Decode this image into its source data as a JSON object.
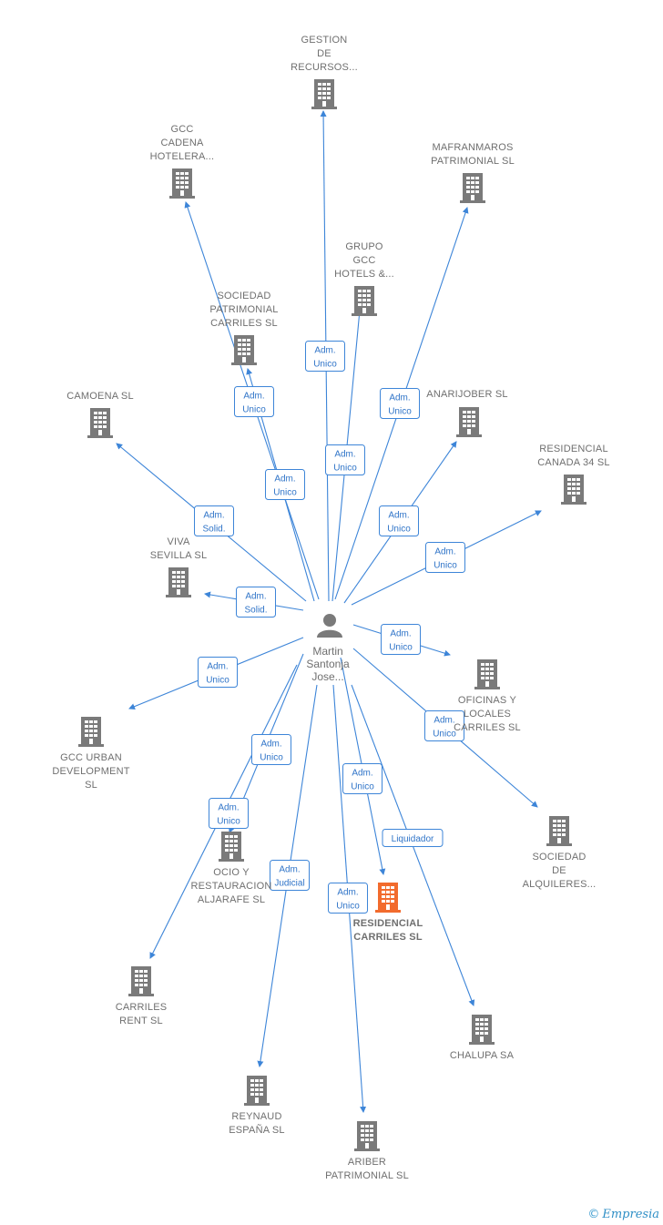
{
  "person": {
    "name_lines": [
      "Martin",
      "Santonja",
      "Jose..."
    ],
    "icon": "person-icon"
  },
  "colors": {
    "edge": "#3d85d8",
    "building": "#7a7a7a",
    "focus_building": "#f26b2d",
    "label": "#6f6f6f"
  },
  "nodes": [
    {
      "id": "gestion",
      "lines": [
        "GESTION",
        "DE",
        "RECURSOS..."
      ],
      "icon": "building-icon"
    },
    {
      "id": "gcc-cadena",
      "lines": [
        "GCC",
        "CADENA",
        "HOTELERA..."
      ],
      "icon": "building-icon"
    },
    {
      "id": "mafranmaros",
      "lines": [
        "MAFRANMAROS",
        "PATRIMONIAL SL"
      ],
      "icon": "building-icon"
    },
    {
      "id": "grupo-gcc",
      "lines": [
        "GRUPO",
        "GCC",
        "HOTELS &..."
      ],
      "icon": "building-icon"
    },
    {
      "id": "sociedad-patrimonial",
      "lines": [
        "SOCIEDAD",
        "PATRIMONIAL",
        "CARRILES SL"
      ],
      "icon": "building-icon"
    },
    {
      "id": "camoena",
      "lines": [
        "CAMOENA SL"
      ],
      "icon": "building-icon"
    },
    {
      "id": "anarijober",
      "lines": [
        "ANARIJOBER SL"
      ],
      "icon": "building-icon"
    },
    {
      "id": "residencial-canada",
      "lines": [
        "RESIDENCIAL",
        "CANADA 34  SL"
      ],
      "icon": "building-icon"
    },
    {
      "id": "viva-sevilla",
      "lines": [
        "VIVA",
        "SEVILLA SL"
      ],
      "icon": "building-icon"
    },
    {
      "id": "oficinas",
      "lines": [
        "OFICINAS Y",
        "LOCALES",
        "CARRILES  SL"
      ],
      "icon": "building-icon"
    },
    {
      "id": "gcc-urban",
      "lines": [
        "GCC URBAN",
        "DEVELOPMENT",
        "SL"
      ],
      "icon": "building-icon"
    },
    {
      "id": "sociedad-alquileres",
      "lines": [
        "SOCIEDAD",
        "DE",
        "ALQUILERES..."
      ],
      "icon": "building-icon"
    },
    {
      "id": "ocio",
      "lines": [
        "OCIO Y",
        "RESTAURACION",
        "ALJARAFE SL"
      ],
      "icon": "building-icon"
    },
    {
      "id": "residencial-carriles",
      "lines": [
        "RESIDENCIAL",
        "CARRILES  SL"
      ],
      "icon": "building-icon",
      "focus": true
    },
    {
      "id": "carriles-rent",
      "lines": [
        "CARRILES",
        "RENT  SL"
      ],
      "icon": "building-icon"
    },
    {
      "id": "chalupa",
      "lines": [
        "CHALUPA SA"
      ],
      "icon": "building-icon"
    },
    {
      "id": "reynaud",
      "lines": [
        "REYNAUD",
        "ESPAÑA SL"
      ],
      "icon": "building-icon"
    },
    {
      "id": "ariber",
      "lines": [
        "ARIBER",
        "PATRIMONIAL SL"
      ],
      "icon": "building-icon"
    }
  ],
  "edges": [
    {
      "to": "gestion",
      "label": [
        "Adm.",
        "Unico"
      ]
    },
    {
      "to": "gcc-cadena",
      "label": [
        "Adm.",
        "Unico"
      ]
    },
    {
      "to": "mafranmaros",
      "label": [
        "Adm.",
        "Unico"
      ]
    },
    {
      "to": "grupo-gcc",
      "label": [
        "Adm.",
        "Unico"
      ]
    },
    {
      "to": "sociedad-patrimonial",
      "label": [
        "Adm.",
        "Unico"
      ]
    },
    {
      "to": "camoena",
      "label": [
        "Adm.",
        "Solid."
      ]
    },
    {
      "to": "anarijober",
      "label": [
        "Adm.",
        "Unico"
      ]
    },
    {
      "to": "residencial-canada",
      "label": [
        "Adm.",
        "Unico"
      ]
    },
    {
      "to": "viva-sevilla",
      "label": [
        "Adm.",
        "Solid."
      ]
    },
    {
      "to": "oficinas",
      "label": [
        "Adm.",
        "Unico"
      ]
    },
    {
      "to": "gcc-urban",
      "label": [
        "Adm.",
        "Unico"
      ]
    },
    {
      "to": "sociedad-alquileres",
      "label": [
        "Adm.",
        "Unico"
      ]
    },
    {
      "to": "ocio",
      "label": [
        "Adm.",
        "Unico"
      ]
    },
    {
      "to": "residencial-carriles",
      "label": [
        "Adm.",
        "Unico"
      ]
    },
    {
      "to": "carriles-rent",
      "label": [
        "Adm.",
        "Unico"
      ]
    },
    {
      "to": "chalupa",
      "label": [
        "Liquidador"
      ]
    },
    {
      "to": "reynaud",
      "label": [
        "Adm.",
        "Judicial"
      ]
    },
    {
      "to": "ariber",
      "label": [
        "Adm.",
        "Unico"
      ]
    }
  ],
  "watermark": {
    "symbol": "©",
    "brand": "Empresia"
  }
}
